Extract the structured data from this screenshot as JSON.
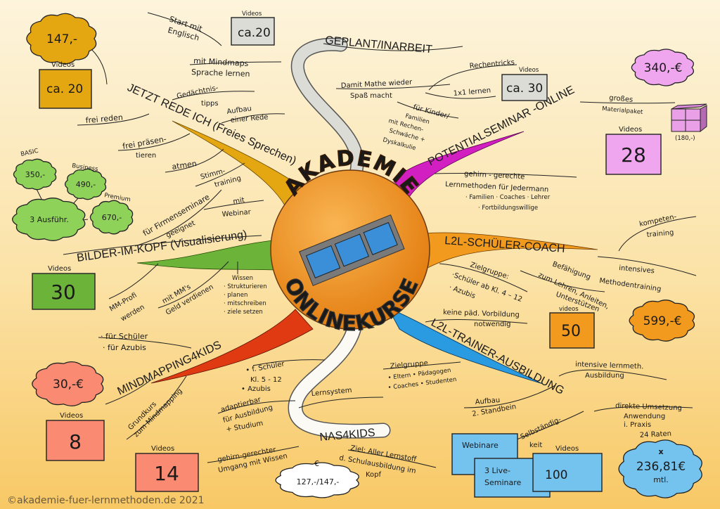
{
  "colors": {
    "bg_top": "#fdf4dc",
    "bg_bottom": "#f8c865",
    "gold": "#e5a711",
    "magenta": "#d21fc2",
    "orange": "#f29a1e",
    "blue": "#2a9be0",
    "red": "#e03a12",
    "green": "#6cb33a",
    "gray": "#dcdcd6",
    "pink": "#f0a6ee",
    "salmon": "#fa8a72",
    "lightblue": "#74c2ee"
  },
  "center": {
    "title": "AKADEMIE",
    "subtitle": "ONLINEKURSE",
    "icon": "film-strip-icon"
  },
  "geplant": {
    "label": "GEPLANT/INARBEIT",
    "items": [
      "Start mit",
      "Englisch",
      "mit Mindmaps",
      "Sprache lernen"
    ],
    "videos_label": "Videos",
    "videos": "ca.20"
  },
  "jetzt": {
    "label": "JETZT REDE ICH (Freies Sprechen)",
    "items": [
      "Gedächtnis-",
      "tipps",
      "Aufbau",
      "einer Rede",
      "frei reden",
      "frei präsen-",
      "tieren",
      "atmen",
      "Stimm-",
      "training",
      "für Firmenseminare",
      "geeignet",
      "mit",
      "Webinar"
    ],
    "price": "147,-",
    "videos_label": "Videos",
    "videos": "ca. 20"
  },
  "bilder": {
    "label": "BILDER-IM-KOPF (Visualisierung)",
    "items": [
      "MM-Profi",
      "werden",
      "mit MM's",
      "Geld verdienen",
      "Wissen",
      "· Strukturieren",
      "· planen",
      "· mitschreiben",
      "· ziele setzen"
    ],
    "videos_label": "Videos",
    "videos": "30",
    "tiers": [
      {
        "name": "BASIC",
        "price": "350,-"
      },
      {
        "name": "Business",
        "price": "490,-"
      },
      {
        "name": "Premium",
        "price": "670,-"
      }
    ],
    "tiers_root": "3 Ausführ."
  },
  "mindmapping": {
    "label": "MINDMAPPING4KIDS",
    "items": [
      "· für Schüler",
      "· für Azubis",
      "Grundkurs",
      "zum Mindmapping"
    ],
    "price": "30,-€",
    "videos_label": "Videos",
    "videos": "8",
    "videos2_label": "Videos",
    "videos2": "14"
  },
  "nas": {
    "label": "NAS4KIDS",
    "items": [
      "• f. Schüler",
      "Kl. 5 - 12",
      "• Azubis",
      "adaptierbar",
      "für Ausbildung",
      "+ Studium",
      "Lernsystem",
      "gehirn-gerechter",
      "Umgang mit Wissen",
      "Ziel: Aller Lernstoff",
      "d. Schulausbildung im",
      "Kopf"
    ],
    "price_symbol": "€",
    "price": "127,-/147,-"
  },
  "trainer": {
    "label": "L2L-TRAINER-AUSBILDUNG",
    "items": [
      "keine päd. Vorbildung",
      "notwendig",
      "Zielgruppe",
      "• Eltern  • Pädagogen",
      "• Coaches • Studenten",
      "intensive lernmeth.",
      "Ausbildung",
      "Aufbau",
      "2. Standbein",
      "direkte Umsetzung",
      "Anwendung",
      "i. Praxis",
      "Selbständig-",
      "keit"
    ],
    "webinare": "Webinare",
    "live1": "3 Live-",
    "live2": "Seminare",
    "videos_label": "Videos",
    "videos": "100",
    "rates_label": "24 Raten",
    "rates_x": "x",
    "rates_price": "236,81€",
    "rates_unit": "mtl."
  },
  "coach": {
    "label": "L2L-SCHÜLER-COACH",
    "items": [
      "kompeten-",
      "training",
      "intensives",
      "Methodentraining",
      "Zielgruppe:",
      "·Schüler ab Kl. 4 – 12",
      "· Azubis",
      "Befähigung",
      "zum Lehren, Anleiten,",
      "Unterstützen"
    ],
    "videos_label": "videos",
    "videos": "50",
    "price": "599,-€"
  },
  "potential": {
    "label": "POTENTIALSEMINAR -ONLINE",
    "items": [
      "Damit Mathe wieder",
      "Spaß macht",
      "Rechentricks",
      "1x1 lernen",
      "für Kinder/",
      "Familien",
      "mit Rechen-",
      "Schwäche +",
      "Dyskalkulie",
      "gehirn - gerechte",
      "Lernmethoden für Jedermann",
      "· Familien   · Coaches   · Lehrer",
      "· Fortbildungswillige",
      "großes",
      "Materialpaket"
    ],
    "videos_label": "Videos",
    "videos": "ca. 30",
    "price": "340,-€",
    "package_price": "(180,-)",
    "package_icon": "gift-box-icon",
    "videos2_label": "Videos",
    "videos2": "28"
  },
  "footer": "©akademie-fuer-lernmethoden.de 2021"
}
